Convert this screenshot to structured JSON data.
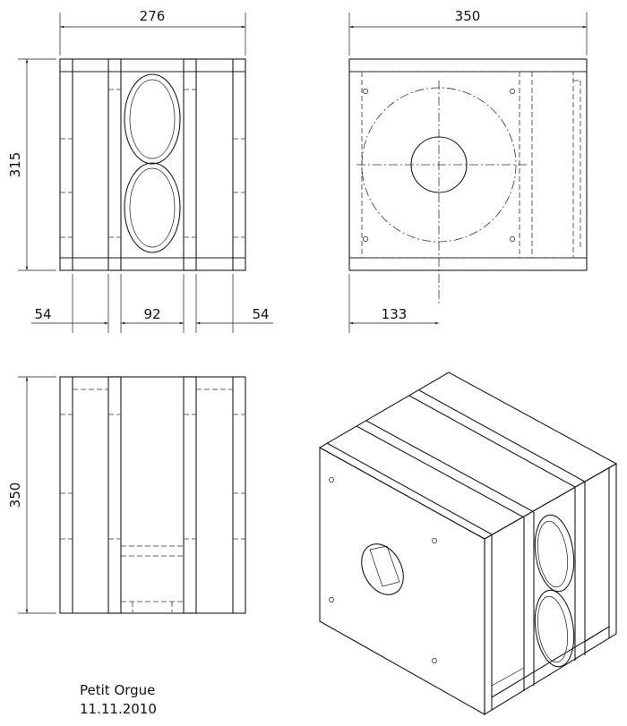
{
  "dimensions": {
    "front_width": "276",
    "side_width": "350",
    "height": "315",
    "depth": "350",
    "left_offset": "54",
    "center_width": "92",
    "right_offset": "54",
    "port_offset": "133"
  },
  "title_block": {
    "name": "Petit Orgue",
    "date": "11.11.2010"
  }
}
